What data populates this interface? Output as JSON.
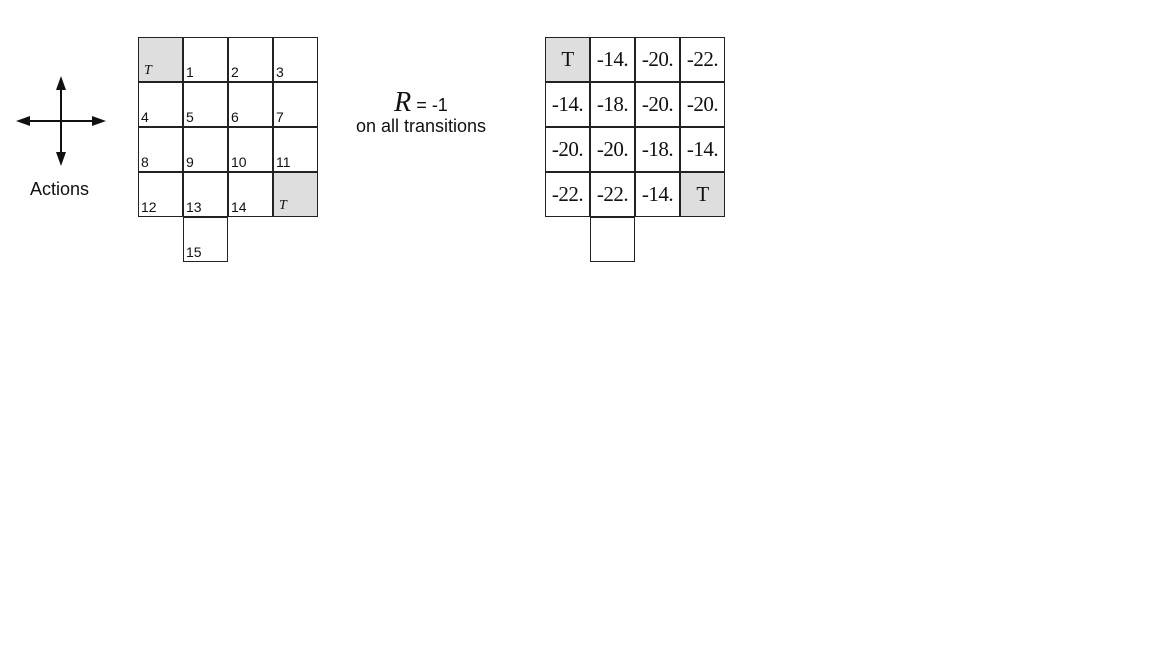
{
  "actions": {
    "label": "Actions"
  },
  "reward": {
    "symbol": "R",
    "equals": "=",
    "value": "-1",
    "caption": "on all transitions"
  },
  "left_grid": {
    "rows": [
      [
        {
          "label": "T",
          "terminal": true
        },
        {
          "label": "1"
        },
        {
          "label": "2"
        },
        {
          "label": "3"
        }
      ],
      [
        {
          "label": "4"
        },
        {
          "label": "5"
        },
        {
          "label": "6"
        },
        {
          "label": "7"
        }
      ],
      [
        {
          "label": "8"
        },
        {
          "label": "9"
        },
        {
          "label": "10"
        },
        {
          "label": "11"
        }
      ],
      [
        {
          "label": "12"
        },
        {
          "label": "13"
        },
        {
          "label": "14"
        },
        {
          "label": "T",
          "terminal": true
        }
      ]
    ],
    "extra": {
      "label": "15",
      "column": 1
    }
  },
  "right_grid": {
    "rows": [
      [
        {
          "label": "T",
          "terminal": true
        },
        {
          "label": "-14."
        },
        {
          "label": "-20."
        },
        {
          "label": "-22."
        }
      ],
      [
        {
          "label": "-14."
        },
        {
          "label": "-18."
        },
        {
          "label": "-20."
        },
        {
          "label": "-20."
        }
      ],
      [
        {
          "label": "-20."
        },
        {
          "label": "-20."
        },
        {
          "label": "-18."
        },
        {
          "label": "-14."
        }
      ],
      [
        {
          "label": "-22."
        },
        {
          "label": "-22."
        },
        {
          "label": "-14."
        },
        {
          "label": "T",
          "terminal": true
        }
      ]
    ],
    "extra": {
      "label": "",
      "column": 1
    }
  }
}
